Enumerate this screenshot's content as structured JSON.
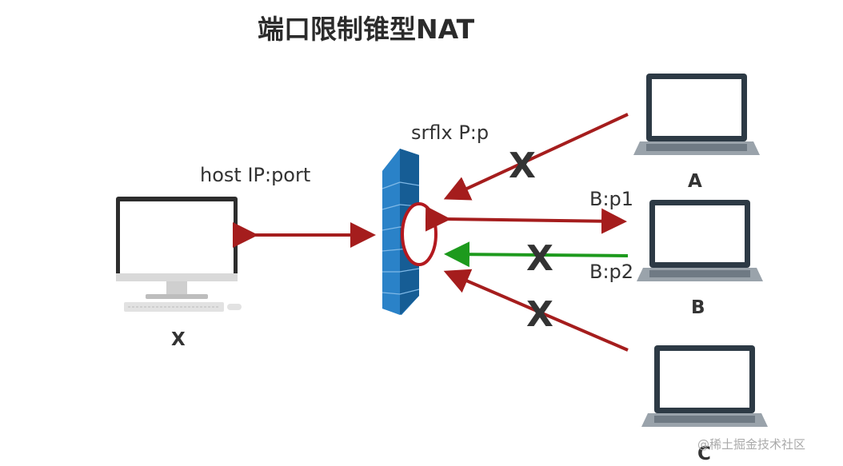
{
  "title": "端口限制锥型NAT",
  "labels": {
    "host": "host IP:port",
    "srflx": "srflx P:p",
    "bp1": "B:p1",
    "bp2": "B:p2"
  },
  "nodes": {
    "x": "X",
    "a": "A",
    "b": "B",
    "c": "C"
  },
  "blocked_mark": "X",
  "watermark": "@稀土掘金技术社区",
  "colors": {
    "arrow_red": "#a51d1d",
    "arrow_green": "#1d9a1d",
    "firewall": "#2a82c8",
    "nat_port": "#b3191f"
  }
}
